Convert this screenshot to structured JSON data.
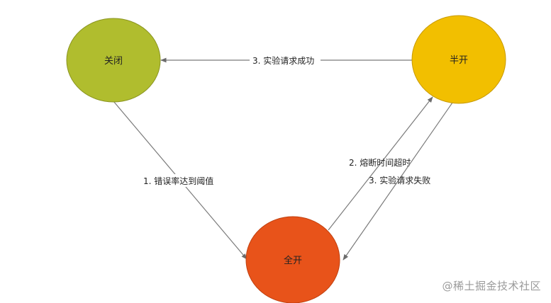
{
  "nodes": {
    "closed": {
      "label": "关闭",
      "color": "#b0bd2e",
      "stroke": "#8a9420"
    },
    "half_open": {
      "label": "半开",
      "color": "#f2bf00",
      "stroke": "#c89a00"
    },
    "open": {
      "label": "全开",
      "color": "#e8531a",
      "stroke": "#c0400f"
    }
  },
  "edges": {
    "closed_to_open": {
      "label": "1. 错误率达到阈值"
    },
    "open_to_half_open": {
      "label": "2. 熔断时间超时"
    },
    "half_open_to_open": {
      "label": "3. 实验请求失败"
    },
    "half_open_to_closed": {
      "label": "3. 实验请求成功"
    }
  },
  "watermark": "@稀土掘金技术社区"
}
